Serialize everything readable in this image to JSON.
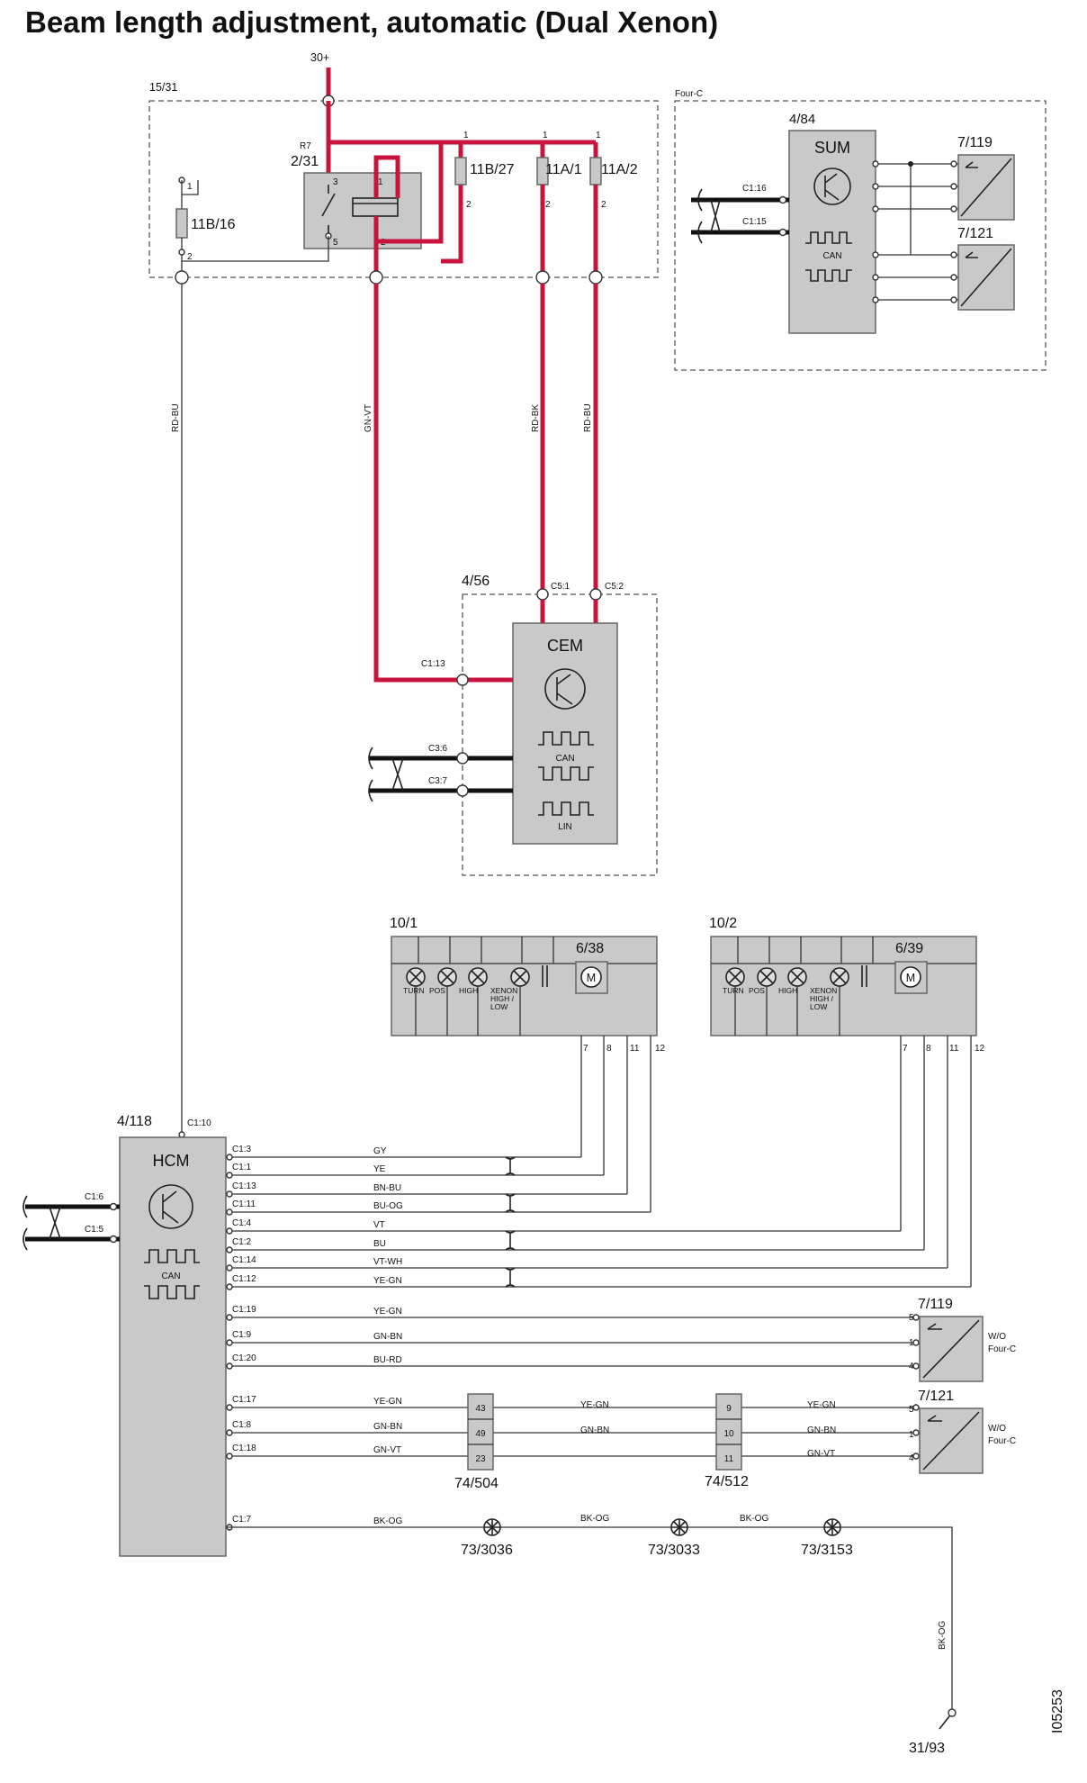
{
  "title": "Beam length adjustment, automatic (Dual Xenon)",
  "supply": "30+",
  "ground": "31/93",
  "image_ref": "I05253",
  "fuse_box": {
    "id": "15/31",
    "relay": {
      "name": "R7",
      "id": "2/31",
      "pins": [
        "3",
        "1",
        "5",
        "2"
      ]
    },
    "fuses": [
      {
        "id": "11B/16",
        "pins": [
          "1",
          "2"
        ]
      },
      {
        "id": "11B/27",
        "pins": [
          "1",
          "2"
        ]
      },
      {
        "id": "11A/1",
        "pins": [
          "1",
          "2"
        ]
      },
      {
        "id": "11A/2",
        "pins": [
          "1",
          "2"
        ]
      }
    ]
  },
  "four_c": {
    "label": "Four-C",
    "sum": {
      "id": "4/84",
      "name": "SUM",
      "can": "CAN",
      "connectors": [
        "C1:16",
        "C1:15"
      ]
    },
    "sensors": [
      "7/119",
      "7/121"
    ]
  },
  "wires": {
    "rd_bu": "RD-BU",
    "gn_vt": "GN-VT",
    "rd_bk": "RD-BK",
    "rd_bu2": "RD-BU",
    "bk_og": "BK-OG"
  },
  "cem": {
    "id": "4/56",
    "name": "CEM",
    "can": "CAN",
    "lin": "LIN",
    "connectors": [
      "C5:1",
      "C5:2",
      "C1:13",
      "C3:6",
      "C3:7"
    ]
  },
  "headlamps": [
    {
      "id": "10/1",
      "motor": "6/38",
      "motor_label": "M",
      "lamps": [
        "TURN",
        "POS",
        "HIGH",
        "XENON",
        "HIGH /",
        "LOW"
      ],
      "pins": [
        "7",
        "8",
        "11",
        "12"
      ]
    },
    {
      "id": "10/2",
      "motor": "6/39",
      "motor_label": "M",
      "lamps": [
        "TURN",
        "POS",
        "HIGH",
        "XENON",
        "HIGH /",
        "LOW"
      ],
      "pins": [
        "7",
        "8",
        "11",
        "12"
      ]
    }
  ],
  "hcm": {
    "id": "4/118",
    "name": "HCM",
    "can": "CAN",
    "top_connector": "C1:10",
    "can_connectors": [
      "C1:6",
      "C1:5"
    ],
    "pins": [
      {
        "pin": "C1:3",
        "wire": "GY"
      },
      {
        "pin": "C1:1",
        "wire": "YE"
      },
      {
        "pin": "C1:13",
        "wire": "BN-BU"
      },
      {
        "pin": "C1:11",
        "wire": "BU-OG"
      },
      {
        "pin": "C1:4",
        "wire": "VT"
      },
      {
        "pin": "C1:2",
        "wire": "BU"
      },
      {
        "pin": "C1:14",
        "wire": "VT-WH"
      },
      {
        "pin": "C1:12",
        "wire": "YE-GN"
      },
      {
        "pin": "C1:19",
        "wire": "YE-GN"
      },
      {
        "pin": "C1:9",
        "wire": "GN-BN"
      },
      {
        "pin": "C1:20",
        "wire": "BU-RD"
      },
      {
        "pin": "C1:17",
        "wire": "YE-GN"
      },
      {
        "pin": "C1:8",
        "wire": "GN-BN"
      },
      {
        "pin": "C1:18",
        "wire": "GN-VT"
      },
      {
        "pin": "C1:7",
        "wire": "BK-OG"
      }
    ]
  },
  "sensor_119": {
    "id": "7/119",
    "note": "W/O",
    "note2": "Four-C",
    "pins": [
      "5",
      "1",
      "4"
    ]
  },
  "sensor_121": {
    "id": "7/121",
    "note": "W/O",
    "note2": "Four-C",
    "pins": [
      "5",
      "1",
      "4"
    ]
  },
  "connectors": [
    {
      "id": "74/504",
      "pins": [
        "43",
        "49",
        "23"
      ]
    },
    {
      "id": "74/512",
      "pins": [
        "9",
        "10",
        "11"
      ]
    }
  ],
  "mid_wires": [
    "YE-GN",
    "GN-BN"
  ],
  "right_wires": [
    "YE-GN",
    "GN-BN",
    "GN-VT"
  ],
  "ground_points": [
    "73/3036",
    "73/3033",
    "73/3153"
  ],
  "bk_og_segments": [
    "BK-OG",
    "BK-OG",
    "BK-OG"
  ]
}
